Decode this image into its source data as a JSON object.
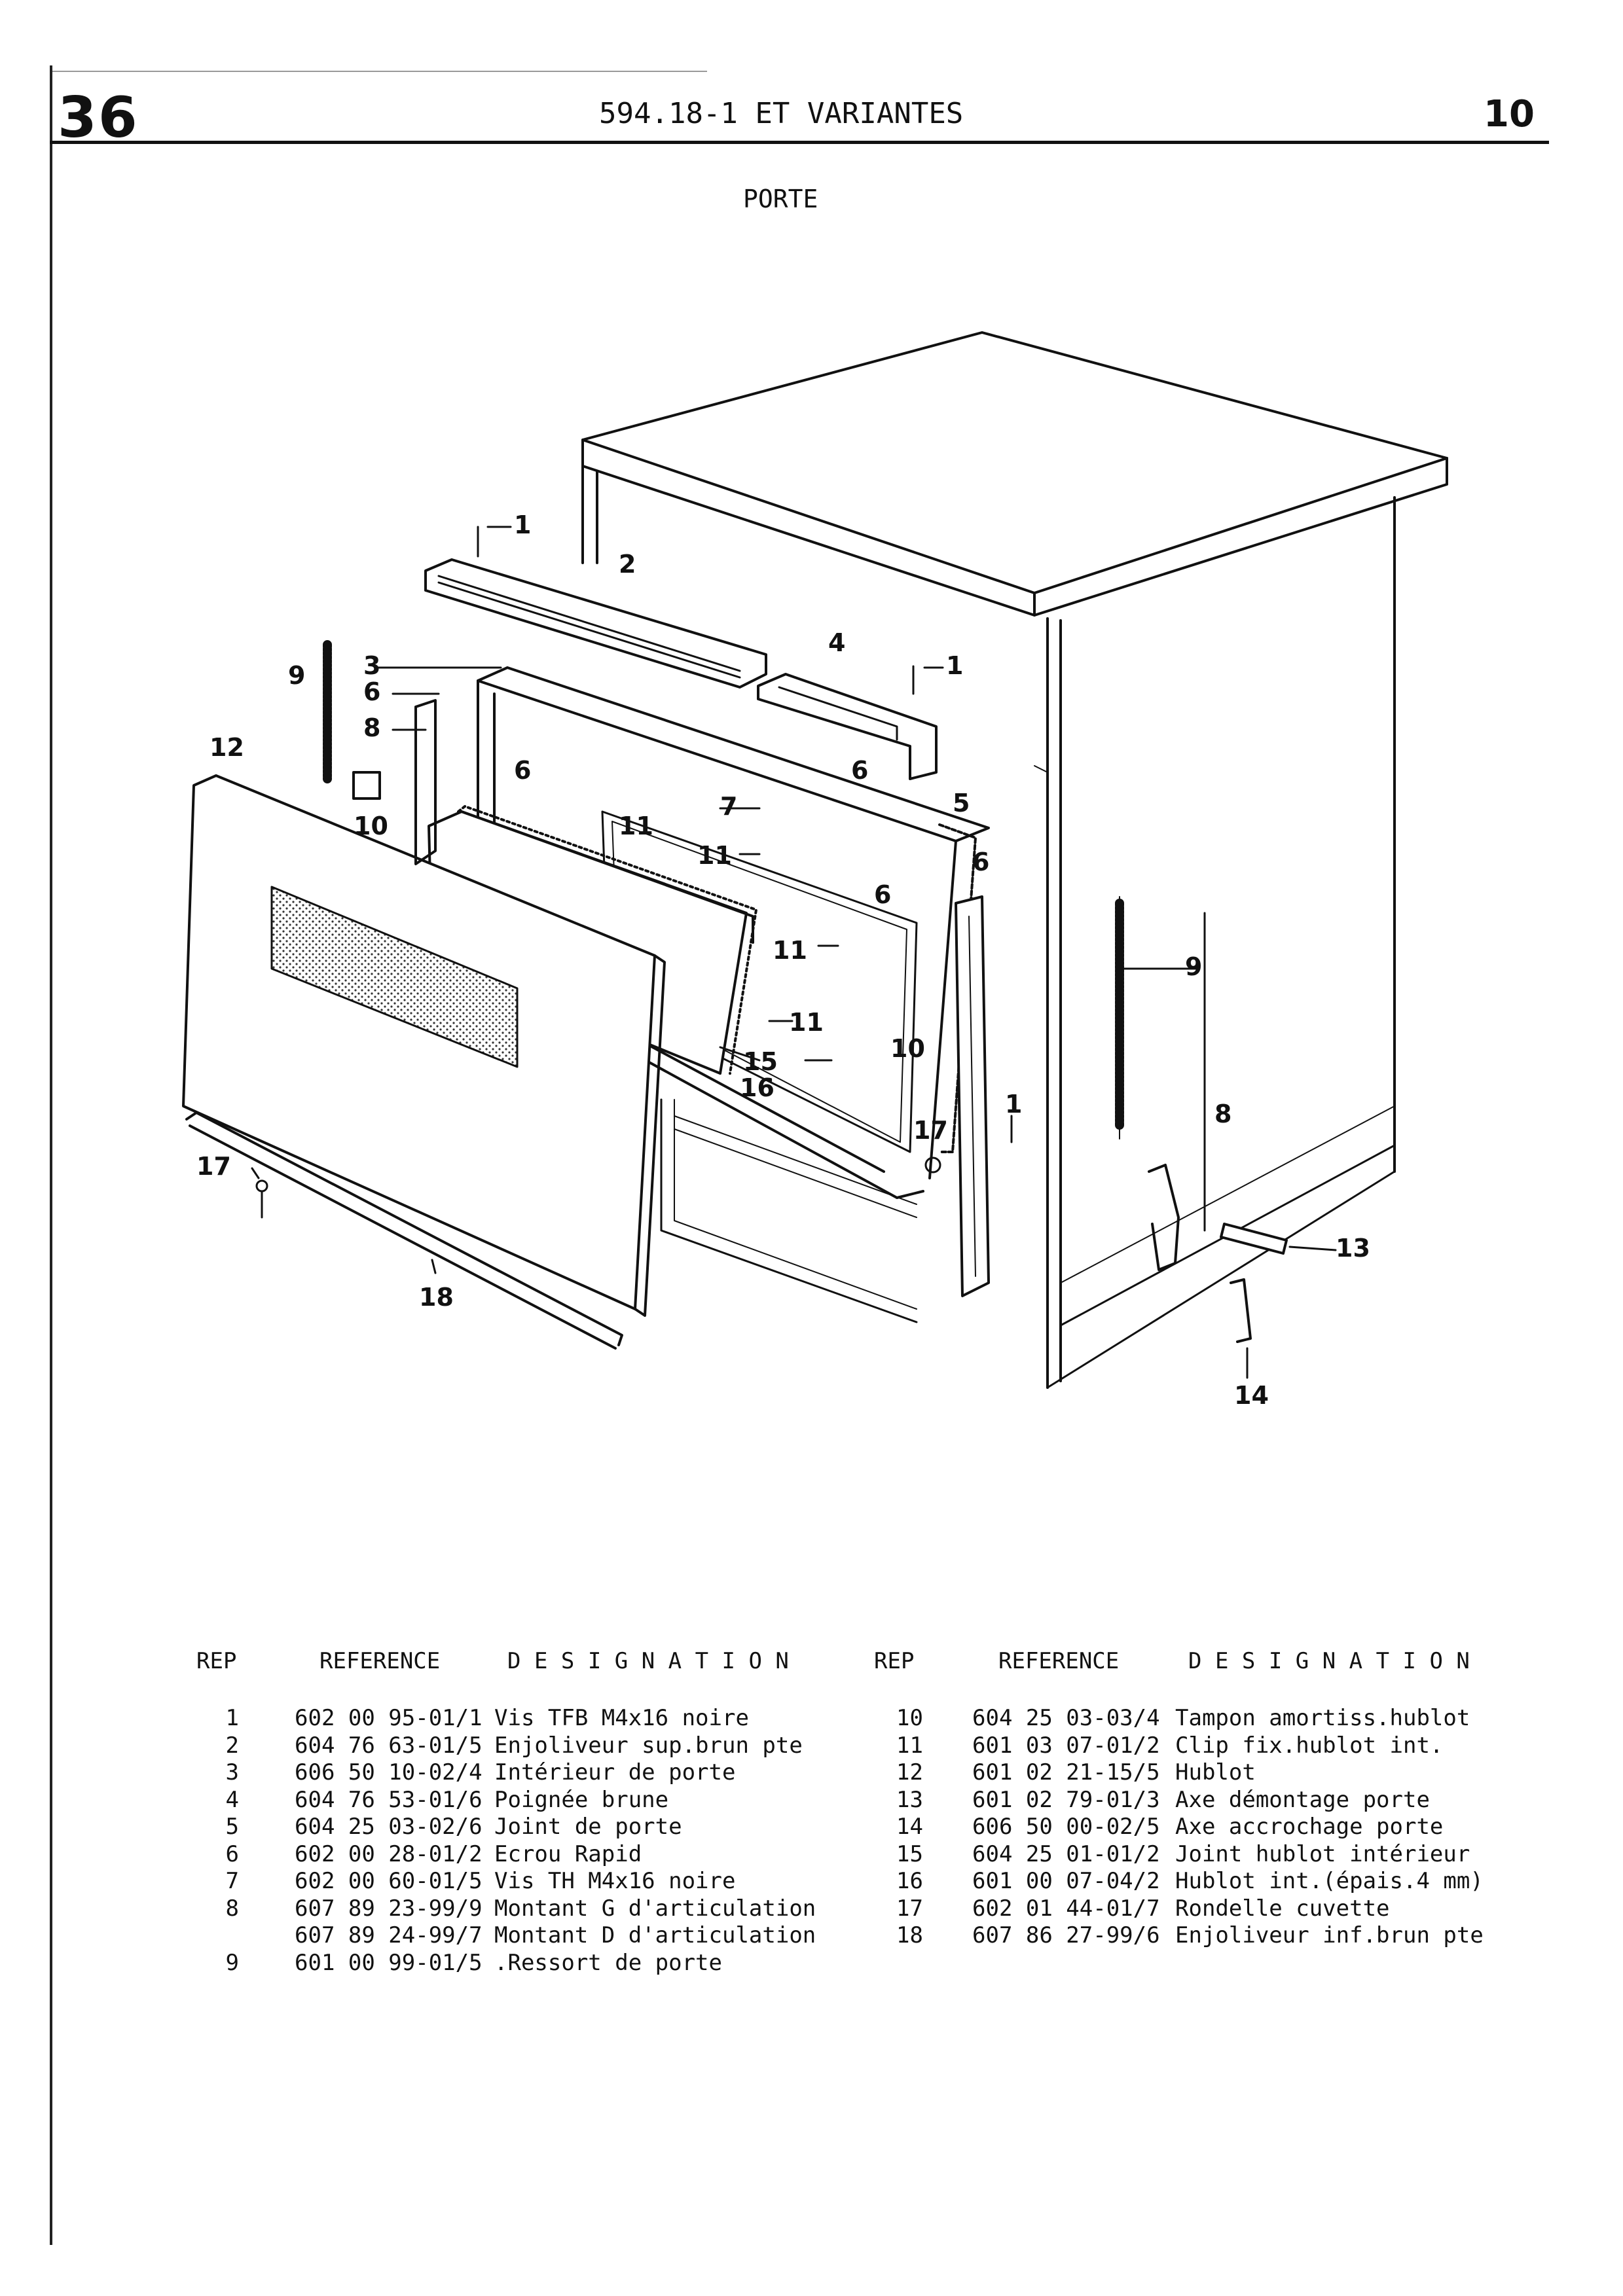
{
  "header": {
    "page_code": "36",
    "document_title": "594.18-1 ET VARIANTES",
    "page_number": "10"
  },
  "section_title": "PORTE",
  "diagram": {
    "callouts": [
      "1",
      "2",
      "3",
      "6",
      "9",
      "8",
      "10",
      "12",
      "6",
      "4",
      "1",
      "6",
      "5",
      "7",
      "11",
      "11",
      "6",
      "6",
      "11",
      "11",
      "9",
      "10",
      "15",
      "16",
      "1",
      "17",
      "8",
      "13",
      "17",
      "18",
      "14"
    ]
  },
  "parts_table": {
    "columns": {
      "rep": "REP",
      "reference": "REFERENCE",
      "designation": "D E S I G N A T I O N"
    },
    "left": [
      {
        "rep": "1",
        "reference": "602 00 95-01/1",
        "designation": "Vis TFB M4x16 noire"
      },
      {
        "rep": "2",
        "reference": "604 76 63-01/5",
        "designation": "Enjoliveur sup.brun pte"
      },
      {
        "rep": "3",
        "reference": "606 50 10-02/4",
        "designation": "Intérieur de porte"
      },
      {
        "rep": "4",
        "reference": "604 76 53-01/6",
        "designation": "Poignée brune"
      },
      {
        "rep": "5",
        "reference": "604 25 03-02/6",
        "designation": "Joint de porte"
      },
      {
        "rep": "6",
        "reference": "602 00 28-01/2",
        "designation": "Ecrou Rapid"
      },
      {
        "rep": "7",
        "reference": "602 00 60-01/5",
        "designation": "Vis TH M4x16 noire"
      },
      {
        "rep": "8",
        "reference": "607 89 23-99/9",
        "designation": "Montant G d'articulation"
      },
      {
        "rep": "",
        "reference": "607 89 24-99/7",
        "designation": "Montant D d'articulation"
      },
      {
        "rep": "9",
        "reference": "601 00 99-01/5",
        "designation": ".Ressort de porte"
      }
    ],
    "right": [
      {
        "rep": "10",
        "reference": "604 25 03-03/4",
        "designation": "Tampon amortiss.hublot"
      },
      {
        "rep": "11",
        "reference": "601 03 07-01/2",
        "designation": "Clip fix.hublot int."
      },
      {
        "rep": "12",
        "reference": "601 02 21-15/5",
        "designation": "Hublot"
      },
      {
        "rep": "13",
        "reference": "601 02 79-01/3",
        "designation": "Axe démontage porte"
      },
      {
        "rep": "14",
        "reference": "606 50 00-02/5",
        "designation": "Axe accrochage porte"
      },
      {
        "rep": "15",
        "reference": "604 25 01-01/2",
        "designation": "Joint hublot intérieur"
      },
      {
        "rep": "16",
        "reference": "601 00 07-04/2",
        "designation": "Hublot int.(épais.4 mm)"
      },
      {
        "rep": "17",
        "reference": "602 01 44-01/7",
        "designation": "Rondelle cuvette"
      },
      {
        "rep": "18",
        "reference": "607 86 27-99/6",
        "designation": "Enjoliveur inf.brun pte"
      }
    ]
  }
}
